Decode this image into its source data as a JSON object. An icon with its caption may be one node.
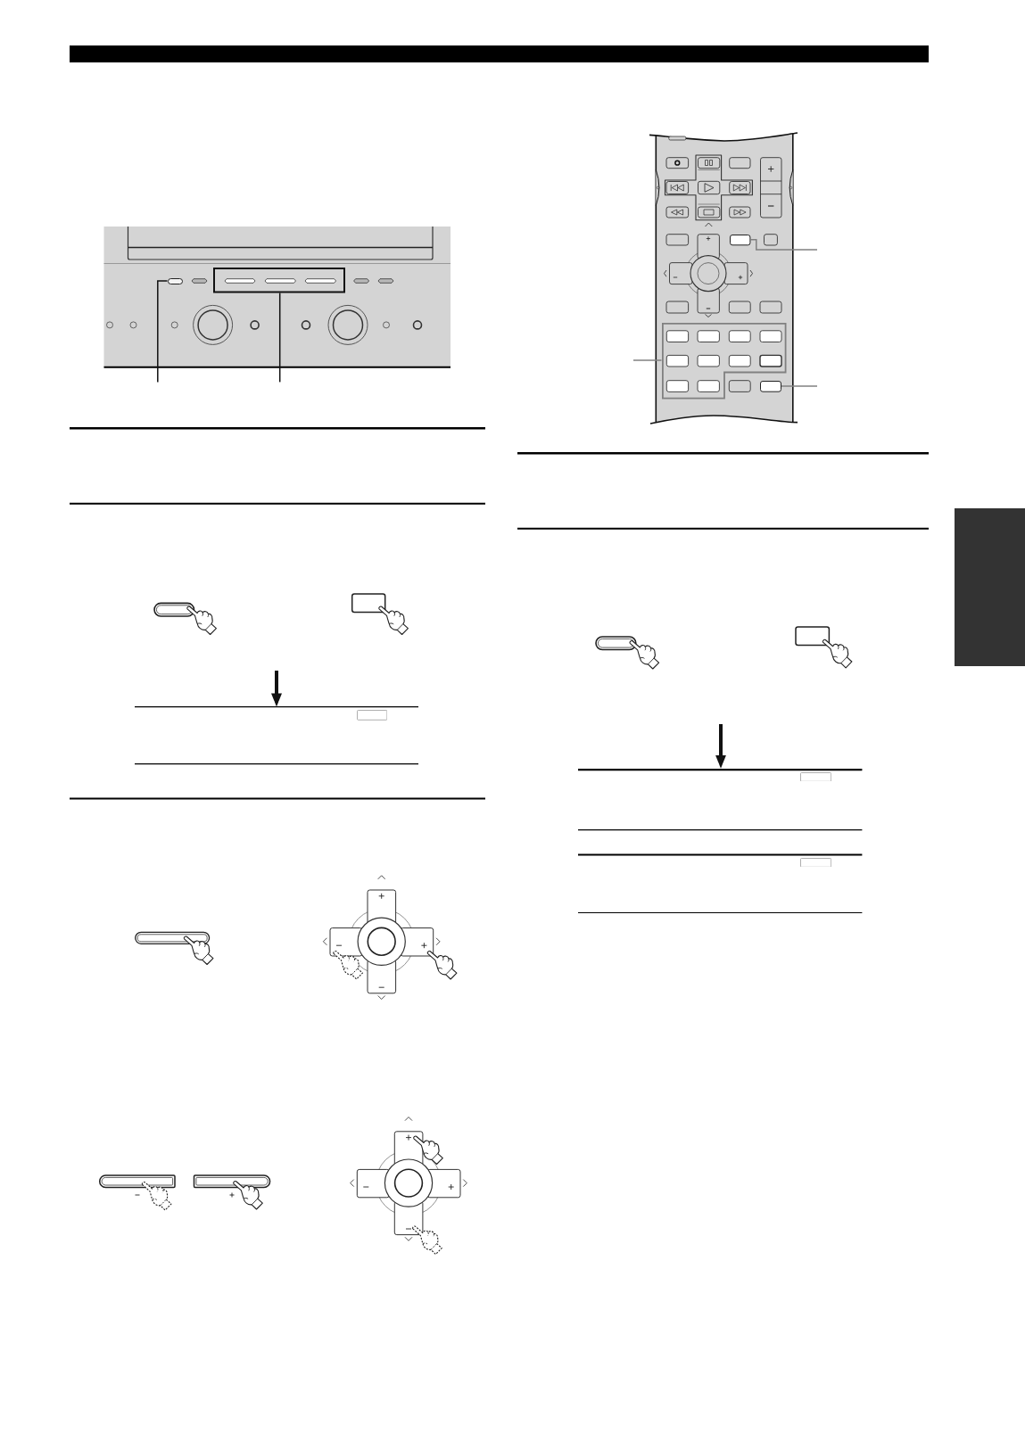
{
  "diagram": {
    "nodes": [
      {
        "text": [],
        "shape": "bar"
      },
      {
        "text": [],
        "shape": "box"
      },
      {
        "text": [],
        "shape": "box"
      },
      {
        "text": [],
        "shape": "box"
      },
      {
        "text": [],
        "shape": "box"
      },
      {
        "text": [],
        "shape": "box"
      },
      {
        "text": [],
        "shape": "box"
      },
      {
        "text": [],
        "shape": "box"
      }
    ],
    "edges": [
      {
        "from": null,
        "to": 0,
        "arrow": "none"
      },
      {
        "from": null,
        "to": 1,
        "arrow": "none"
      },
      {
        "from": null,
        "to": 2,
        "arrow": "to",
        "style": "thick"
      },
      {
        "from": null,
        "to": 3,
        "arrow": "none",
        "color": "#808080"
      },
      {
        "from": null,
        "to": 4,
        "arrow": "none",
        "color": "#808080"
      },
      {
        "from": null,
        "to": 5,
        "arrow": "none",
        "color": "#808080"
      },
      {
        "from": null,
        "to": 6,
        "arrow": "to",
        "style": "thick"
      }
    ]
  }
}
